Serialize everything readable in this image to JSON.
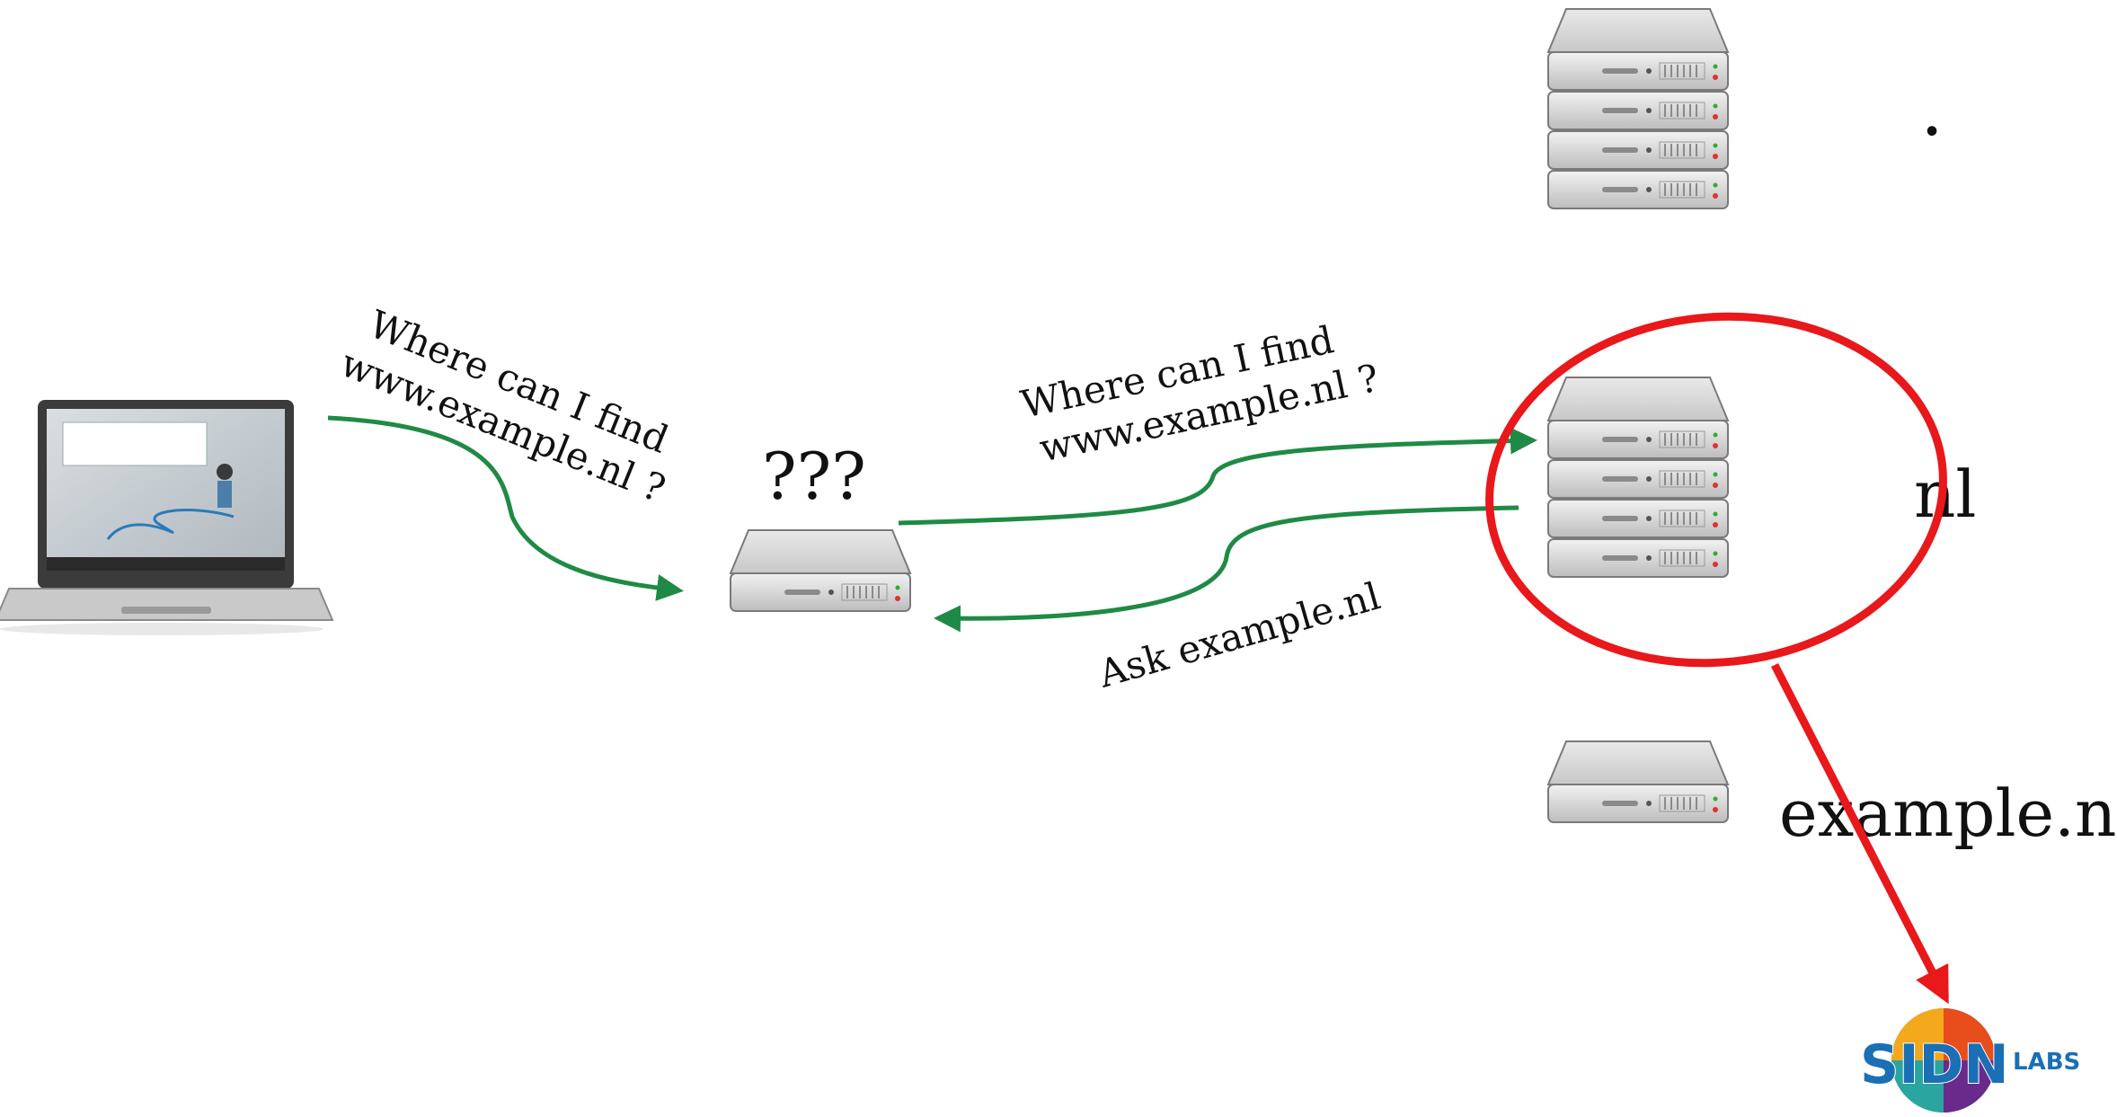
{
  "labels": {
    "query_client": [
      "Where can I find",
      "www.example.nl ?"
    ],
    "resolver": "???",
    "query_tld": [
      "Where can I find",
      "www.example.nl ?"
    ],
    "referral": "Ask example.nl",
    "root": ".",
    "tld": "nl",
    "domain": "example.nl"
  },
  "logo": {
    "text": "SIDN",
    "sub": "LABS"
  },
  "colors": {
    "arrow": "#1f8a45",
    "highlight": "#e8181b",
    "server": "#d9d9d9"
  },
  "icons": [
    "laptop-icon",
    "server-icon",
    "server-stack-icon",
    "sidn-labs-logo"
  ]
}
